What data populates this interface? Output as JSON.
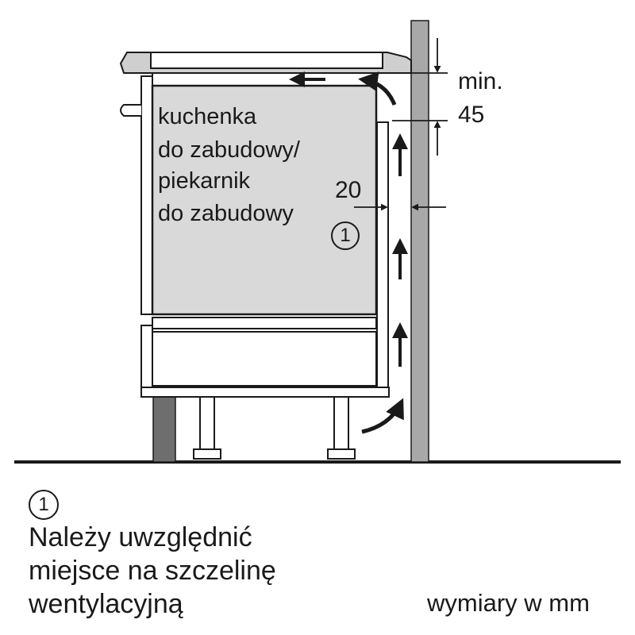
{
  "appliance_label": [
    "kuchenka",
    "do zabudowy/",
    "piekarnik",
    "do zabudowy"
  ],
  "dimensions": {
    "min_label": "min.",
    "min_value": "45",
    "gap_value": "20"
  },
  "callout_number": "1",
  "legend": {
    "number": "1",
    "lines": [
      "Należy uwzględnić",
      "miejsce na szczelinę",
      "wentylacyjną"
    ]
  },
  "units_note": "wymiary w mm",
  "colors": {
    "appliance_fill": "#d9d9d9",
    "wall_fill": "#a8a8a8",
    "dark_panel": "#6e6e6e",
    "stroke": "#1a1a1a"
  },
  "icons": [
    "arrow-left-icon",
    "curved-arrow-icon",
    "arrow-up-icon",
    "dimension-arrow-icon"
  ]
}
